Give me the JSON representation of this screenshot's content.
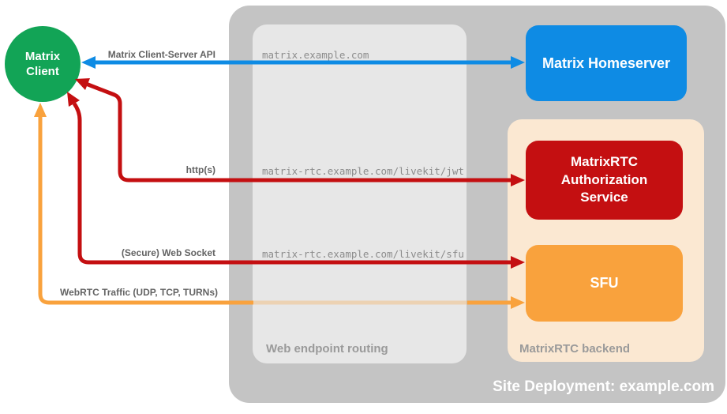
{
  "site": {
    "title": "Site Deployment: example.com",
    "homeserver": {
      "label": "Matrix Homeserver"
    },
    "routing": {
      "label": "Web endpoint routing",
      "endpoints": {
        "homeserver": "matrix.example.com",
        "jwt": "matrix-rtc.example.com/livekit/jwt",
        "sfu": "matrix-rtc.example.com/livekit/sfu"
      }
    },
    "backend": {
      "label": "MatrixRTC backend",
      "auth_service": {
        "label": "MatrixRTC Authorization Service"
      },
      "sfu": {
        "label": "SFU"
      }
    }
  },
  "client": {
    "label": "Matrix Client"
  },
  "connections": {
    "client_server_api": {
      "label": "Matrix Client-Server API",
      "color": "#0E8BE4",
      "bidirectional": true
    },
    "https": {
      "label": "http(s)",
      "color": "#C40F11",
      "bidirectional": true
    },
    "websocket": {
      "label": "(Secure) Web Socket",
      "color": "#C40F11",
      "bidirectional": true
    },
    "webrtc": {
      "label": "WebRTC Traffic (UDP, TCP, TURNs)",
      "color": "#F9A23D",
      "bidirectional": true
    }
  },
  "colors": {
    "client_green": "#12A456",
    "homeserver_blue": "#0E8BE4",
    "auth_red": "#C40F11",
    "sfu_orange": "#F9A23D",
    "backend_peach": "#FBE8D2",
    "site_gray": "#C4C4C4",
    "routing_gray": "#E7E7E7",
    "label_gray": "#9A9A9A",
    "endpoint_text_gray": "#8C8C8C"
  }
}
